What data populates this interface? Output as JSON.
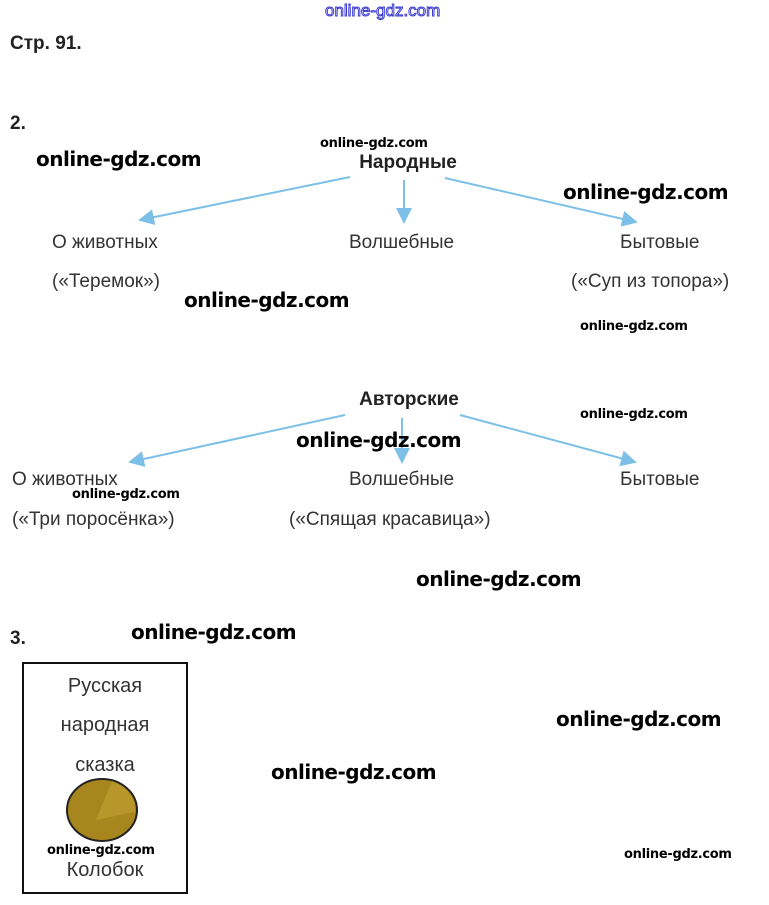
{
  "header_watermark": "online-gdz.com",
  "page_label": "Стр. 91.",
  "task2": {
    "number": "2.",
    "folk": {
      "title": "Народные",
      "animals": "О животных",
      "animals_example": "(«Теремок»)",
      "magic": "Волшебные",
      "everyday": "Бытовые",
      "everyday_example": "(«Суп из топора»)"
    },
    "author": {
      "title": "Авторские",
      "animals": "О животных",
      "animals_example": "(«Три поросёнка»)",
      "magic": "Волшебные",
      "magic_example": "(«Спящая красавица»)",
      "everyday": "Бытовые"
    }
  },
  "task3": {
    "number": "3.",
    "line1": "Русская",
    "line2": "народная",
    "line3": "сказка",
    "title": "Колобок"
  },
  "colors": {
    "arrow": "#7cc0e8",
    "ball": "#a8861e"
  },
  "watermark": "online-gdz.com"
}
